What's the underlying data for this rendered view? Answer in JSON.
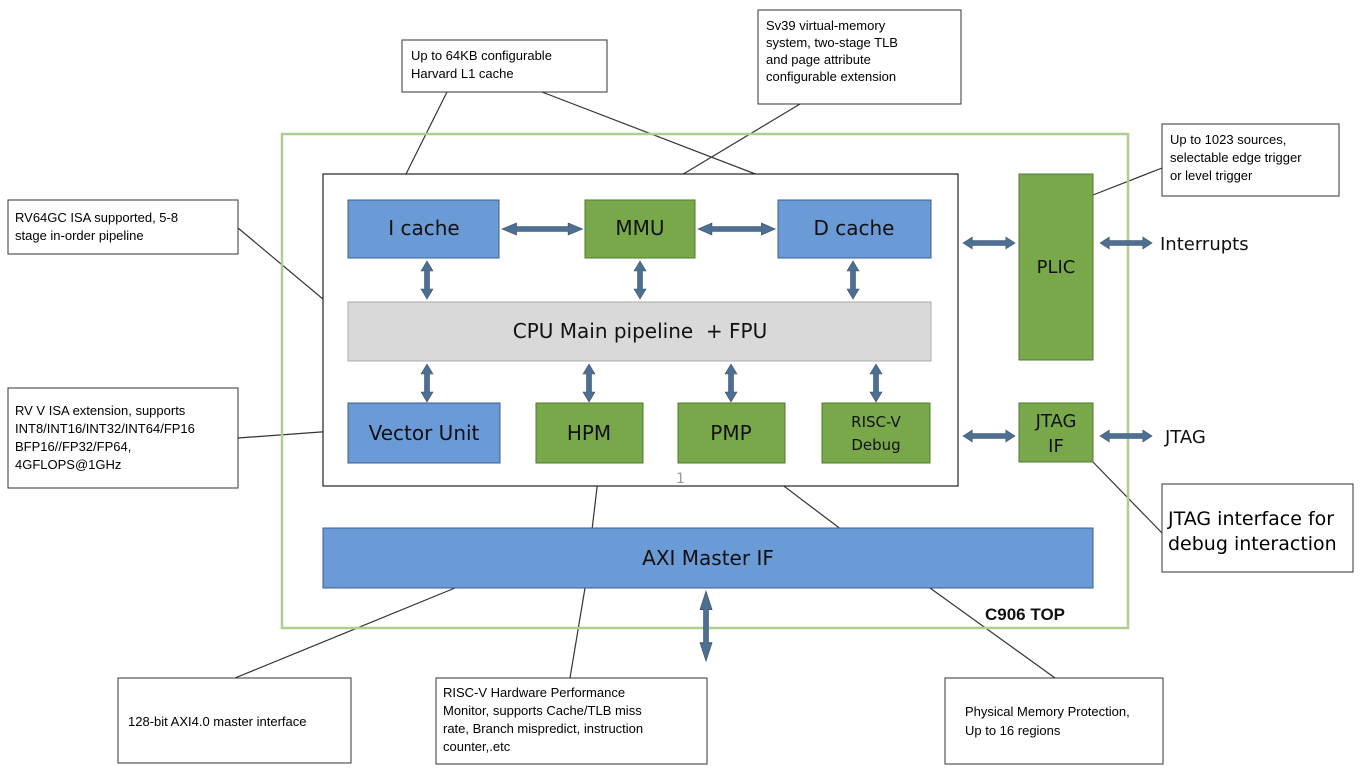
{
  "colors": {
    "blue": "#6b9bd6",
    "green": "#79a84a",
    "gray": "#d9d9d9",
    "arrow": "#4f6f92",
    "frame_green": "#aacf90",
    "line": "#333333"
  },
  "top": {
    "label": "C906 TOP"
  },
  "blocks": {
    "icache": "I cache",
    "mmu": "MMU",
    "dcache": "D cache",
    "pipeline": "CPU Main pipeline  + FPU",
    "vector": "Vector Unit",
    "hpm": "HPM",
    "pmp": "PMP",
    "debug": [
      "RISC-V",
      "Debug"
    ],
    "plic": "PLIC",
    "jtagif": [
      "JTAG",
      "IF"
    ],
    "axi": "AXI Master IF"
  },
  "external": {
    "interrupts": "Interrupts",
    "jtag": "JTAG"
  },
  "stray_mark": "1",
  "notes": {
    "l1cache": [
      "Up to 64KB configurable",
      "Harvard L1 cache"
    ],
    "mmu": [
      "Sv39 virtual-memory",
      "system, two-stage TLB",
      "and page attribute",
      "configurable extension"
    ],
    "plic": [
      "Up to 1023 sources,",
      "selectable edge trigger",
      "or level trigger"
    ],
    "isa": [
      "RV64GC ISA supported, 5-8",
      "stage in-order pipeline"
    ],
    "vector": [
      "RV V ISA extension, supports",
      "INT8/INT16/INT32/INT64/FP16",
      "BFP16//FP32/FP64,",
      "4GFLOPS@1GHz"
    ],
    "jtag": [
      "JTAG interface for",
      "debug interaction"
    ],
    "axi": [
      "128-bit AXI4.0 master interface"
    ],
    "hpm": [
      "RISC-V Hardware Performance",
      "Monitor, supports Cache/TLB miss",
      "rate, Branch mispredict, instruction",
      "counter,.etc"
    ],
    "pmp": [
      "Physical Memory Protection,",
      "Up to 16 regions"
    ]
  }
}
